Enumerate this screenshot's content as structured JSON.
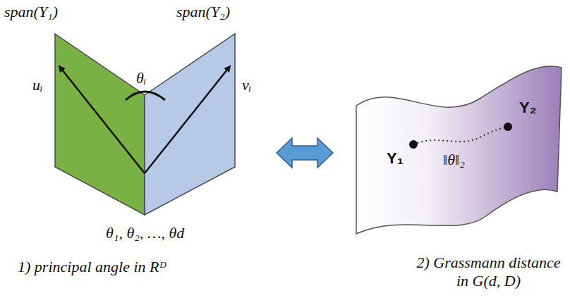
{
  "diagram": {
    "labels": [
      "span(Y₁)",
      "span(Y₂)",
      "uᵢ",
      "vᵢ",
      "θᵢ",
      "θ₁, θ₂, …, θd",
      "1) principal angle in Rᴰ",
      "Y₁",
      "Y₂",
      "‖θ‖₂",
      "2) Grassmann distance in G(d, D)"
    ]
  }
}
